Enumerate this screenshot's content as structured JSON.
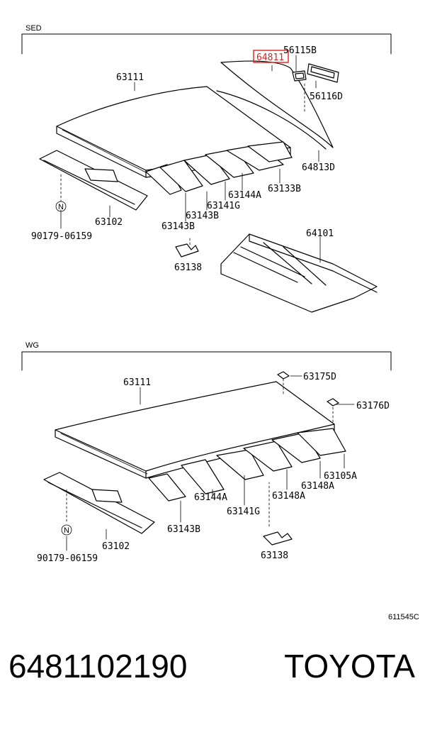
{
  "sections": {
    "sedan": {
      "tag": "SED",
      "labels": {
        "p63111": "63111",
        "p64811": "64811",
        "p56115B": "56115B",
        "p56116D": "56116D",
        "p64813D": "64813D",
        "p63133B": "63133B",
        "p63144A": "63144A",
        "p63141G": "63141G",
        "p63143B_1": "63143B",
        "p63143B_2": "63143B",
        "p63102": "63102",
        "p90179": "90179-06159",
        "p64101": "64101",
        "p63138": "63138",
        "note_n": "N"
      }
    },
    "wagon": {
      "tag": "WG",
      "labels": {
        "p63111": "63111",
        "p63175D": "63175D",
        "p63176D": "63176D",
        "p63105A": "63105A",
        "p63148A_1": "63148A",
        "p63148A_2": "63148A",
        "p63144A": "63144A",
        "p63141G": "63141G",
        "p63143B": "63143B",
        "p63102": "63102",
        "p90179": "90179-06159",
        "p63138": "63138",
        "note_n": "N"
      }
    }
  },
  "figure_ref": "611545C",
  "highlight_color": "#e02020",
  "footer": {
    "part_number": "6481102190",
    "brand": "TOYOTA"
  }
}
